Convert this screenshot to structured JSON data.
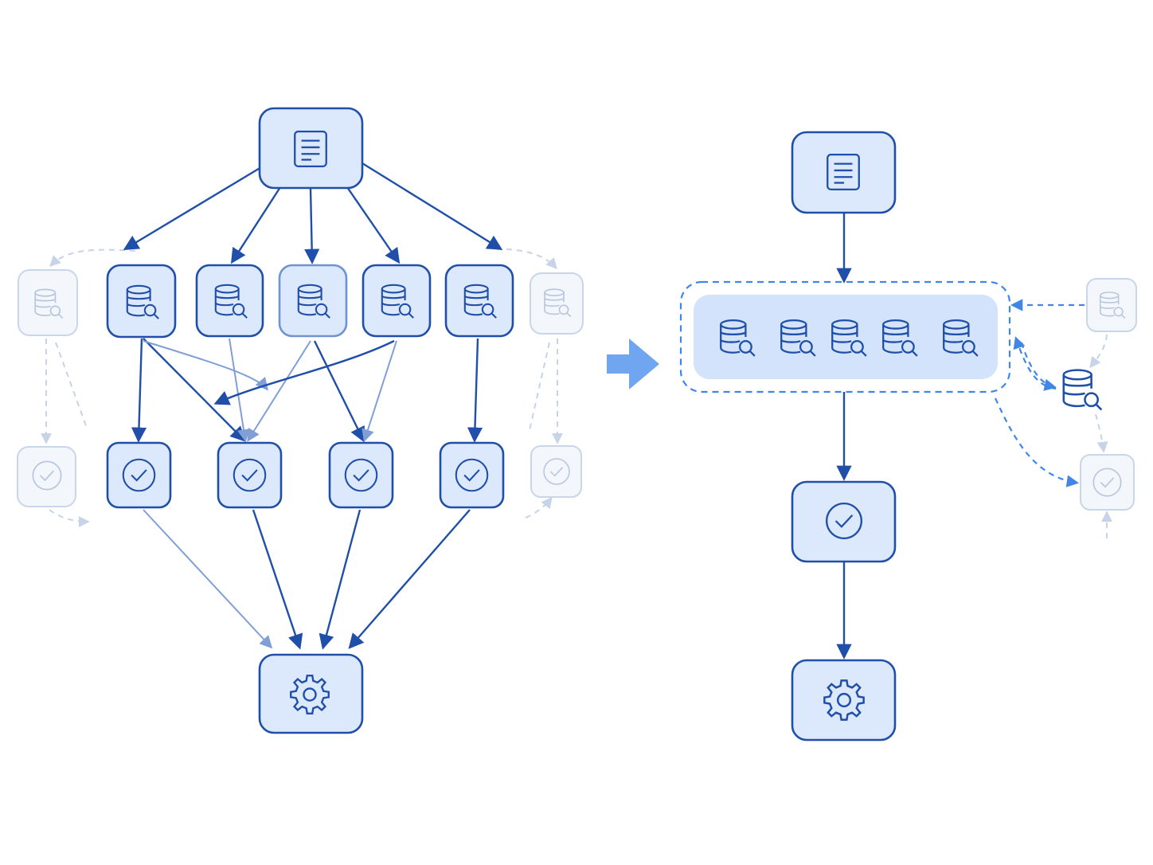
{
  "colors": {
    "node_fill": "#dce8fb",
    "node_stroke": "#1f4fa8",
    "faint_stroke": "#c9d6ea",
    "accent_blue": "#3f86e8",
    "transition_arrow": "#6fa6ef"
  },
  "left_diagram": {
    "root_icon": "document-icon",
    "retriever_icon": "database-search-icon",
    "verifier_icon": "check-circle-icon",
    "output_icon": "gear-icon",
    "retriever_count": 5,
    "verifier_count": 4
  },
  "right_diagram": {
    "root_icon": "document-icon",
    "batched_retriever_icon": "database-search-icon",
    "batched_retriever_count": 5,
    "verifier_icon": "check-circle-icon",
    "output_icon": "gear-icon"
  },
  "transition_icon": "right-arrow-icon"
}
